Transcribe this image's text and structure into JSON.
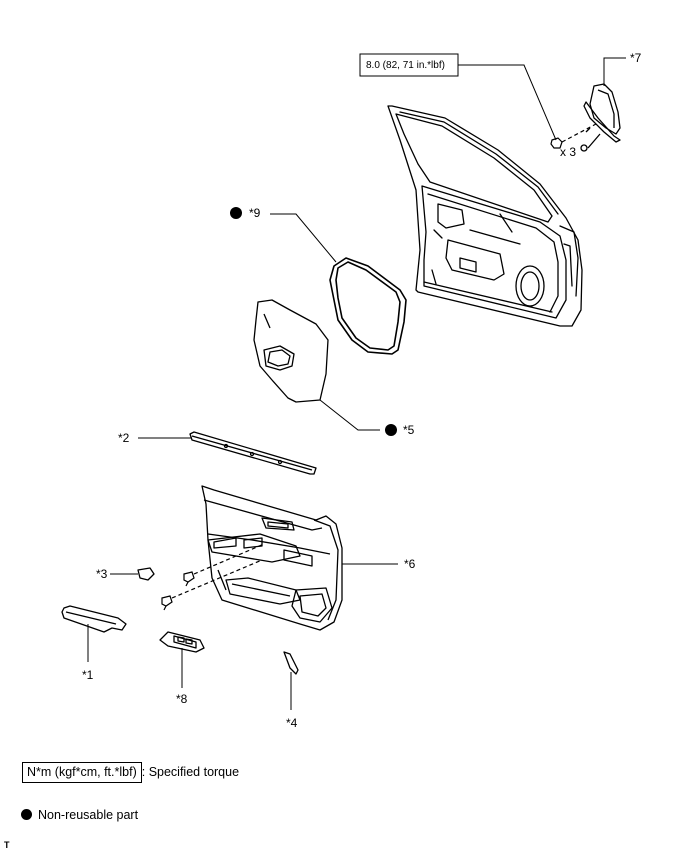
{
  "diagram": {
    "torque_box": "8.0 (82, 71 in.*lbf)",
    "quantity": "x 3",
    "part_labels": {
      "p1": "*1",
      "p2": "*2",
      "p3": "*3",
      "p4": "*4",
      "p5": "*5",
      "p6": "*6",
      "p7": "*7",
      "p8": "*8",
      "p9": "*9"
    }
  },
  "legend": {
    "torque_unit": "N*m (kgf*cm, ft.*lbf)",
    "torque_desc": ": Specified torque",
    "nonreusable_desc": "Non-reusable part"
  },
  "footer": {
    "code": "T"
  }
}
